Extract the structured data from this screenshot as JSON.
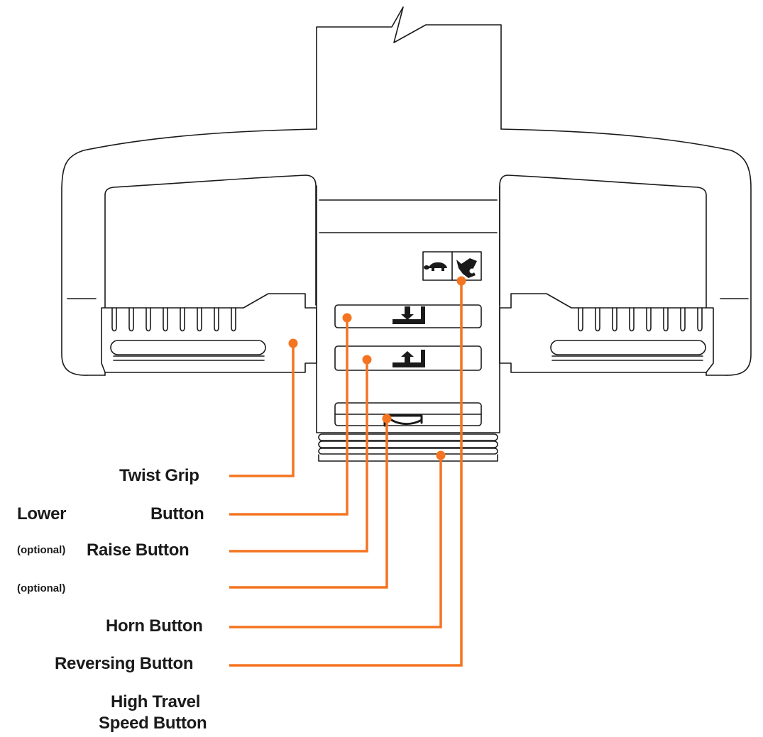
{
  "diagram": {
    "accent_color": "#f47421",
    "outline_color": "#1a1a1a",
    "labels": {
      "twist_grip": "Twist Grip",
      "lower": "Lower",
      "lower_button": "Button",
      "optional_1": "(optional)",
      "raise_button": "Raise Button",
      "optional_2": "(optional)",
      "horn_button": "Horn Button",
      "reversing_button": "Reversing Button",
      "high_travel": "High Travel",
      "speed_button": "Speed Button"
    },
    "icons": {
      "speed_slow": "turtle-icon",
      "speed_fast": "rabbit-icon",
      "lower": "lower-arrow-icon",
      "raise": "raise-arrow-icon",
      "horn": "horn-icon"
    }
  }
}
